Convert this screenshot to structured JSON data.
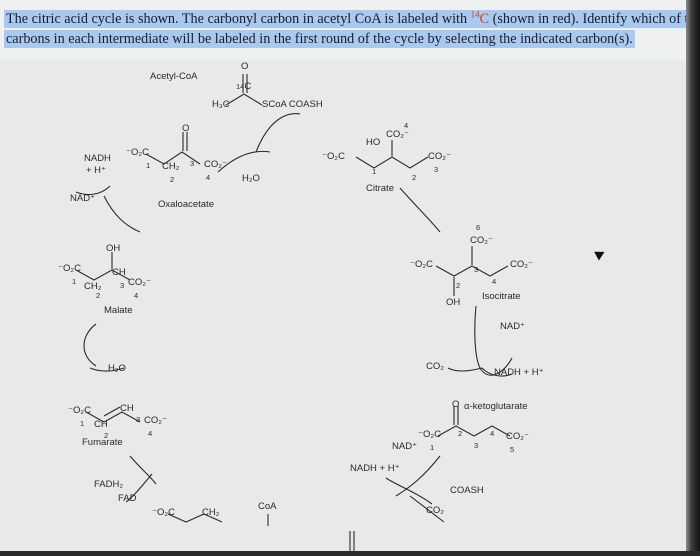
{
  "question": {
    "line1_pre": "The citric acid cycle is shown. The carbonyl carbon in acetyl CoA is labeled with ",
    "isotope_mass": "14",
    "isotope_symbol": "C",
    "line1_post": " (shown in red). Identify which of the",
    "line2": "carbons in each intermediate will be labeled in the first round of the cycle by selecting the indicated carbon(s)."
  },
  "compounds": {
    "acetyl_coa": "Acetyl-CoA",
    "oxaloacetate": "Oxaloacetate",
    "citrate": "Citrate",
    "isocitrate": "Isocitrate",
    "a_ketoglutarate": "α-ketoglutarate",
    "malate": "Malate",
    "fumarate": "Fumarate"
  },
  "reagents": {
    "nadh_h": "NADH + H⁺",
    "nadh": "NADH",
    "h_plus": "+ H⁺",
    "nad": "NAD⁺",
    "h2o": "H₂O",
    "co2": "CO₂",
    "coa": "CoA",
    "coash": "COASH",
    "scoa_coash": "SCoA COASH",
    "fadh2": "FADH₂",
    "fad": "FAD"
  },
  "atoms": {
    "c14": "14C",
    "h3c": "H₃C",
    "o": "O",
    "ho": "HO",
    "oh": "OH",
    "o2c": "⁻O₂C",
    "co2_minus": "CO₂⁻",
    "ch2": "CH₂",
    "ch": "CH",
    "c": "C"
  },
  "numbers": {
    "n1": "1",
    "n2": "2",
    "n3": "3",
    "n4": "4",
    "n5": "5",
    "n6": "6"
  }
}
